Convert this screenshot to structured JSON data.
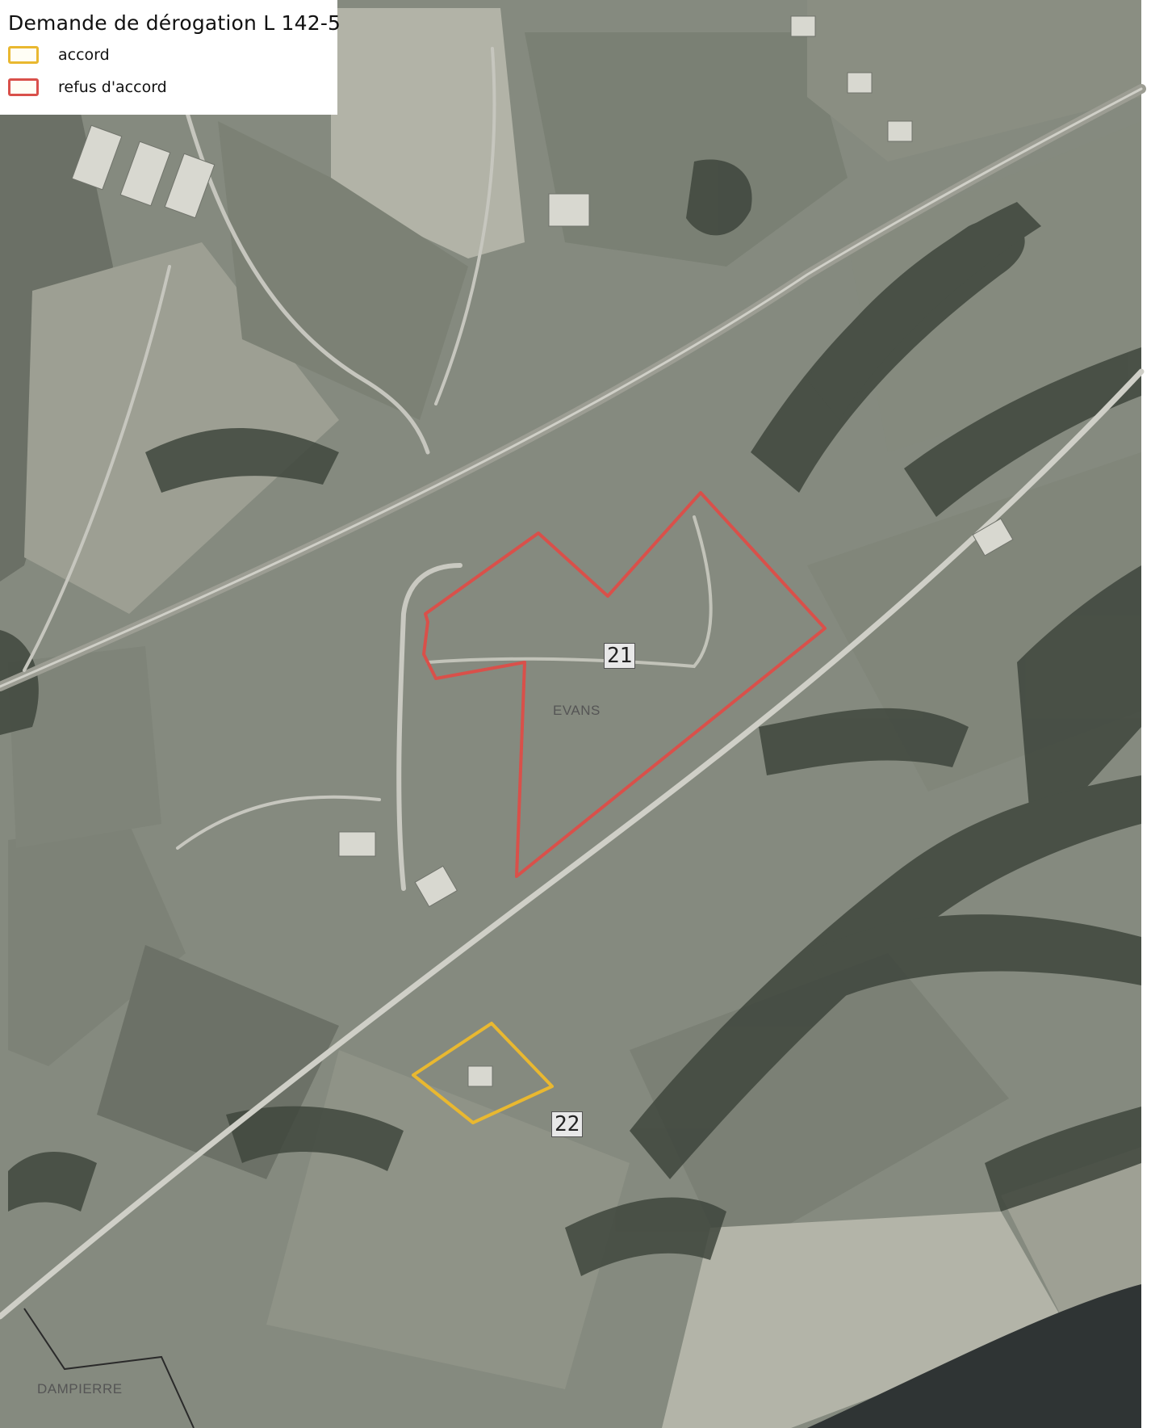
{
  "legend": {
    "title": "Demande de dérogation L 142-5",
    "items": [
      {
        "label": "accord",
        "color": "#e9b830"
      },
      {
        "label": "refus d'accord",
        "color": "#d9504a"
      }
    ]
  },
  "parcels": [
    {
      "id": "21",
      "status": "refus d'accord",
      "color": "#d9504a"
    },
    {
      "id": "22",
      "status": "accord",
      "color": "#e9b830"
    }
  ],
  "places": [
    {
      "name": "EVANS"
    },
    {
      "name": "DAMPIERRE"
    }
  ],
  "colors": {
    "field_dark": "#6f746a",
    "field_light": "#a9ab9f",
    "trees": "#3f463d",
    "road": "#c9c9c1",
    "river": "#2f3434"
  }
}
